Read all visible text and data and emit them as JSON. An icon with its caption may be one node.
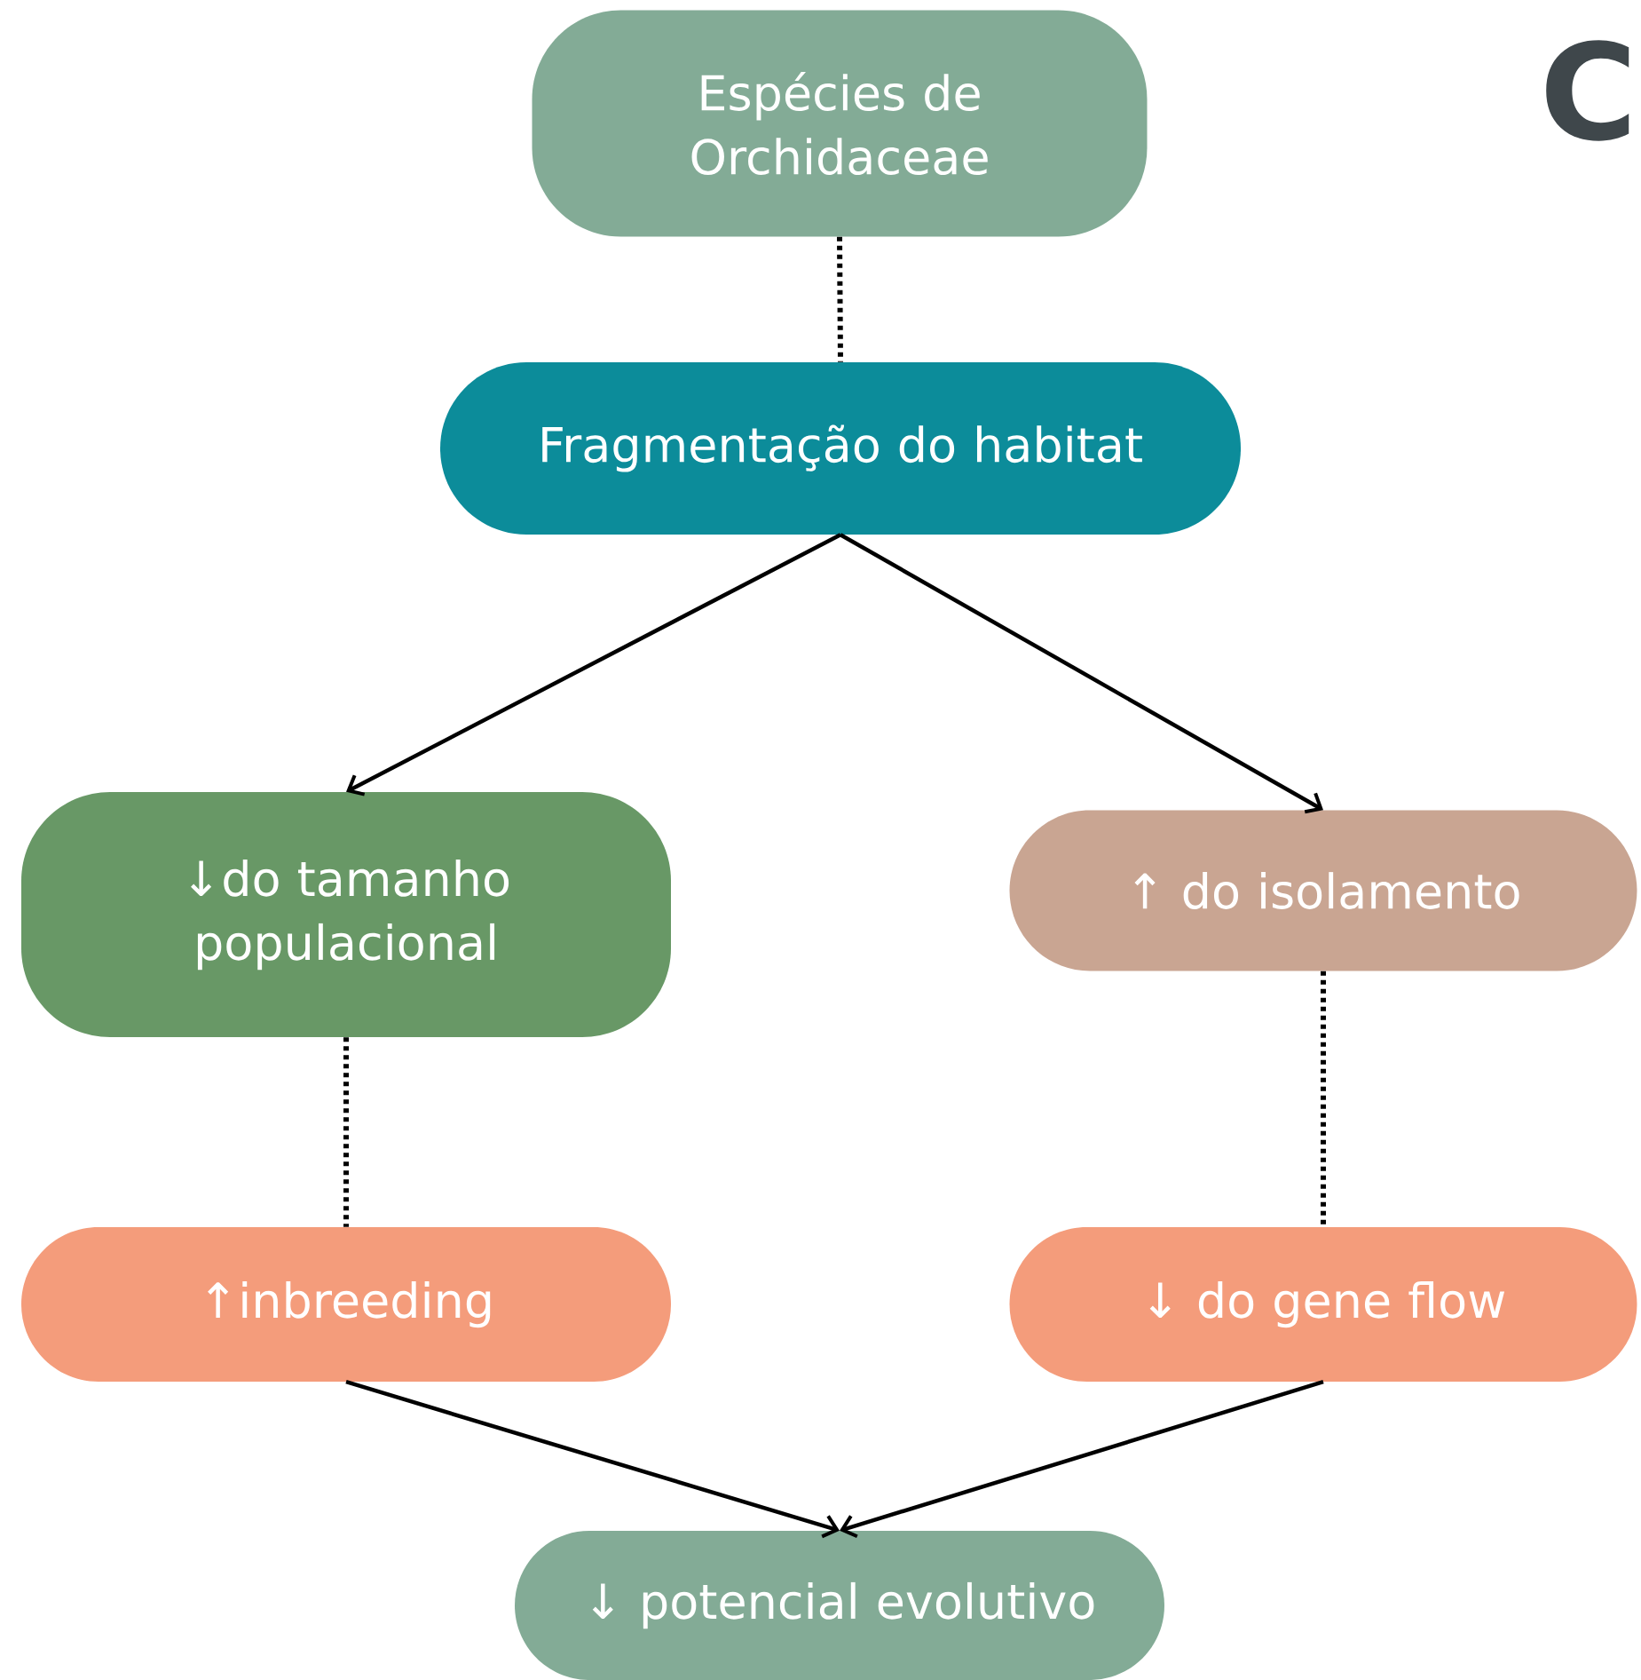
{
  "diagram": {
    "nodes": [
      {
        "text": [
          "Espécies de Orchidaceae"
        ]
      },
      {
        "text": [
          "Fragmentação do habitat"
        ]
      },
      {
        "text": [
          "↓do tamanho populacional"
        ]
      },
      {
        "text": [
          "↑ do isolamento"
        ]
      },
      {
        "text": [
          "↑inbreeding"
        ]
      },
      {
        "text": [
          "↓ do gene flow"
        ]
      },
      {
        "text": [
          "↓ potencial evolutivo"
        ]
      }
    ],
    "edges": [
      {
        "from": 0,
        "to": 1,
        "arrow": "none",
        "style": "dashed"
      },
      {
        "from": 1,
        "to": 2,
        "arrow": "to"
      },
      {
        "from": 1,
        "to": 3,
        "arrow": "to"
      },
      {
        "from": 2,
        "to": 4,
        "arrow": "none",
        "style": "dashed"
      },
      {
        "from": 3,
        "to": 5,
        "arrow": "none",
        "style": "dashed"
      },
      {
        "from": 4,
        "to": 6,
        "arrow": "to"
      },
      {
        "from": 5,
        "to": 6,
        "arrow": "to"
      }
    ],
    "labels": [
      "C"
    ]
  }
}
